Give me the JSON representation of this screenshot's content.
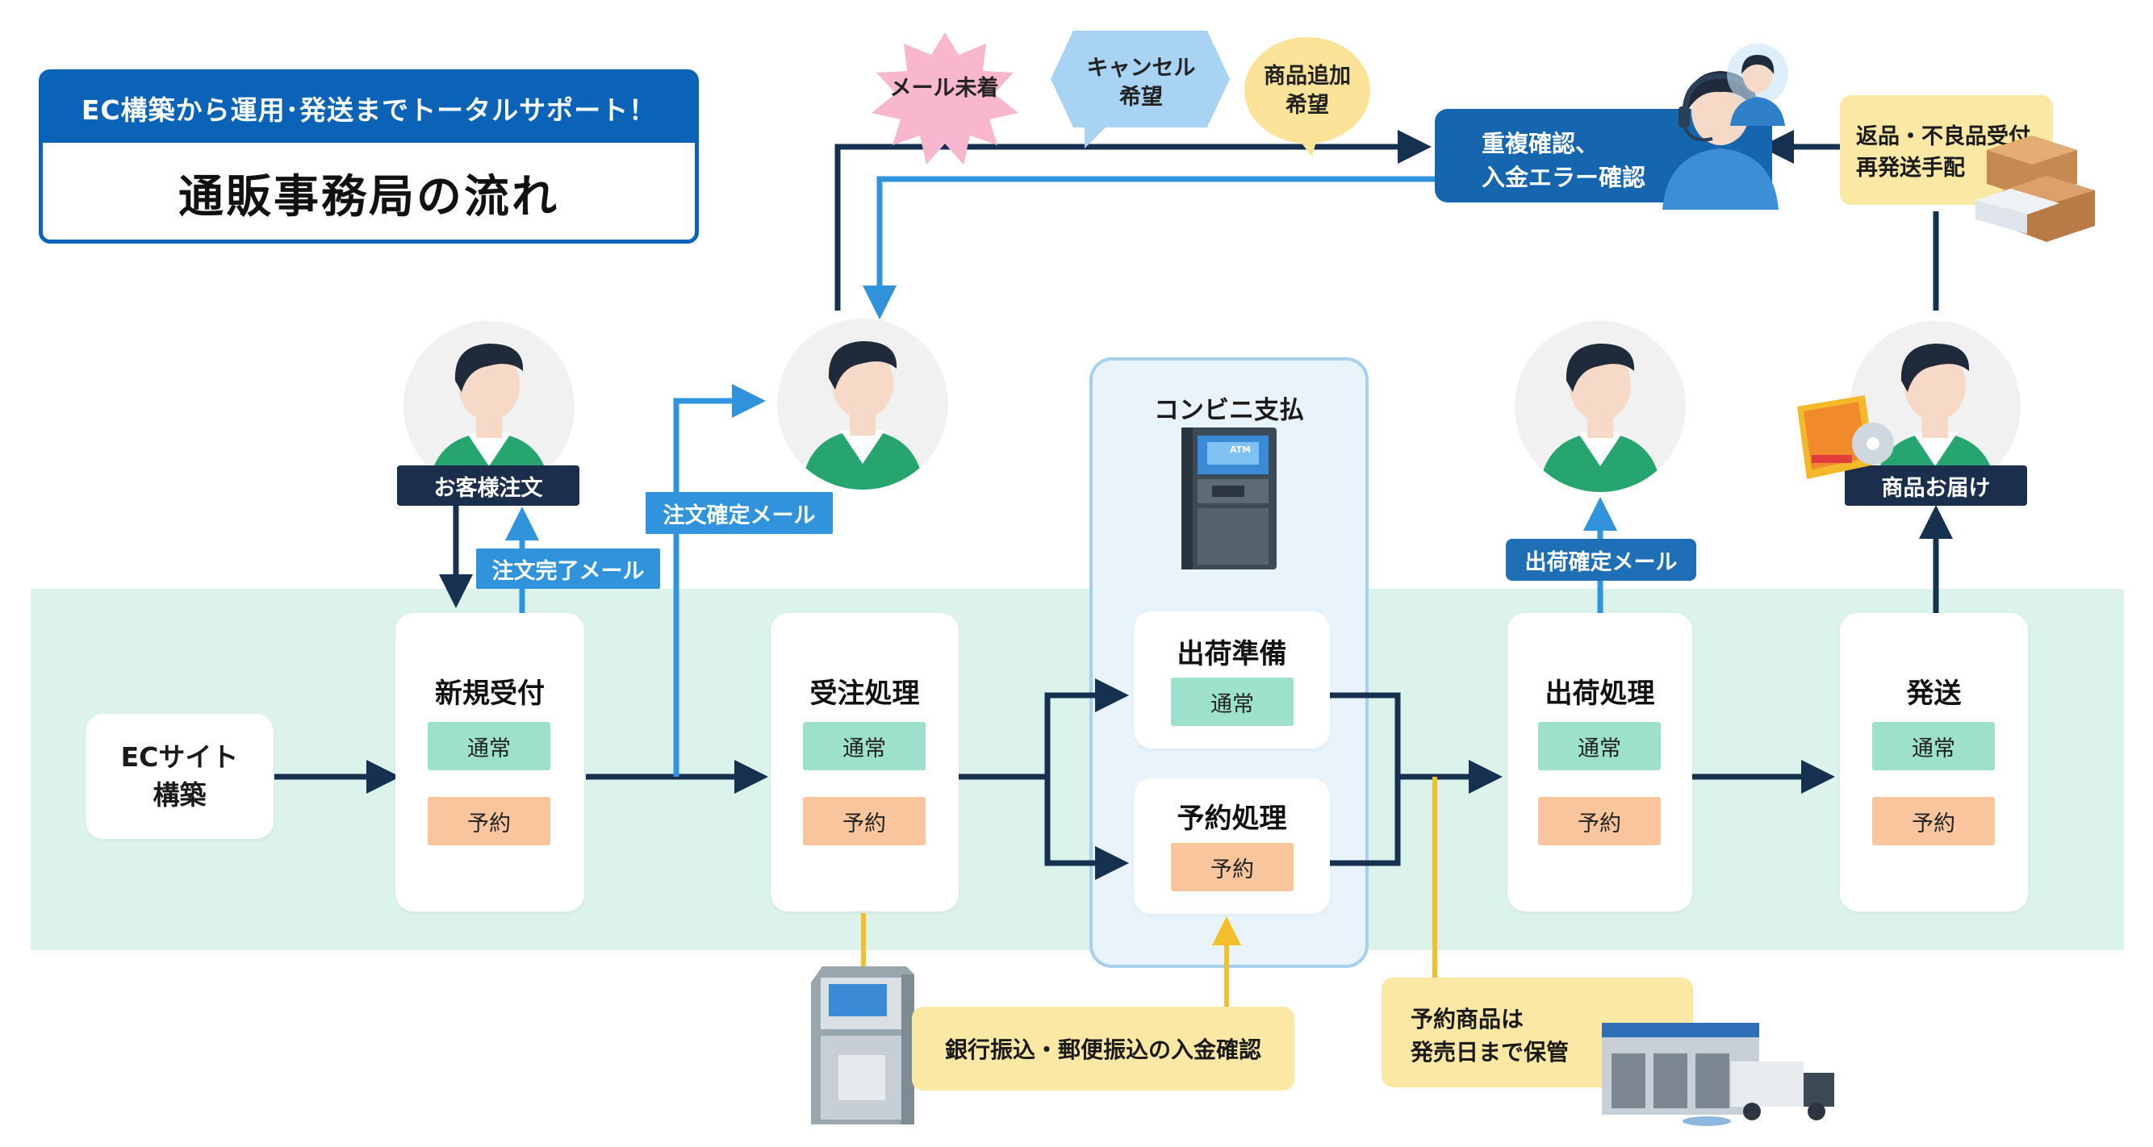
{
  "title": {
    "subtitle": "EC構築から運用･発送までトータルサポート！",
    "main": "通販事務局の流れ"
  },
  "ec_site": {
    "line1": "ECサイト",
    "line2": "構築"
  },
  "stages": {
    "new_order": {
      "title": "新規受付",
      "normal": "通常",
      "reserve": "予約"
    },
    "order_process": {
      "title": "受注処理",
      "normal": "通常",
      "reserve": "予約"
    },
    "ship_prep": {
      "title": "出荷準備",
      "normal": "通常"
    },
    "reserve_process": {
      "title": "予約処理",
      "reserve": "予約"
    },
    "ship_process": {
      "title": "出荷処理",
      "normal": "通常",
      "reserve": "予約"
    },
    "delivery": {
      "title": "発送",
      "normal": "通常",
      "reserve": "予約"
    }
  },
  "labels": {
    "customer_order": "お客様注文",
    "order_complete_mail": "注文完了メール",
    "order_confirm_mail": "注文確定メール",
    "shipping_confirm_mail": "出荷確定メール",
    "product_delivery": "商品お届け",
    "convenience_payment": "コンビニ支払",
    "bank_payment": "銀行振込・郵便振込の入金確認",
    "reserve_storage_line1": "予約商品は",
    "reserve_storage_line2": "発売日まで保管",
    "returns_line1": "返品・不良品受付",
    "returns_line2": "再発送手配",
    "duplicate_line1": "重複確認、",
    "duplicate_line2": "入金エラー確認"
  },
  "bubbles": {
    "mail_not_arrived": "メール未着",
    "cancel_line1": "キャンセル",
    "cancel_line2": "希望",
    "add_line1": "商品追加",
    "add_line2": "希望"
  },
  "atm_screen_text": "ATM",
  "colors": {
    "navy": "#163150",
    "blue_accent": "#3093dc",
    "yellow_line": "#f3c02c",
    "mint_band": "#dbf3ea",
    "normal_chip": "#9de0cc",
    "reserve_chip": "#f9c59c",
    "title_blue": "#0a63b6"
  },
  "icons": [
    "person-avatar",
    "atm-icon",
    "operator-headset-icon",
    "package-box-icon",
    "warehouse-truck-icon",
    "dvd-book-icon"
  ]
}
